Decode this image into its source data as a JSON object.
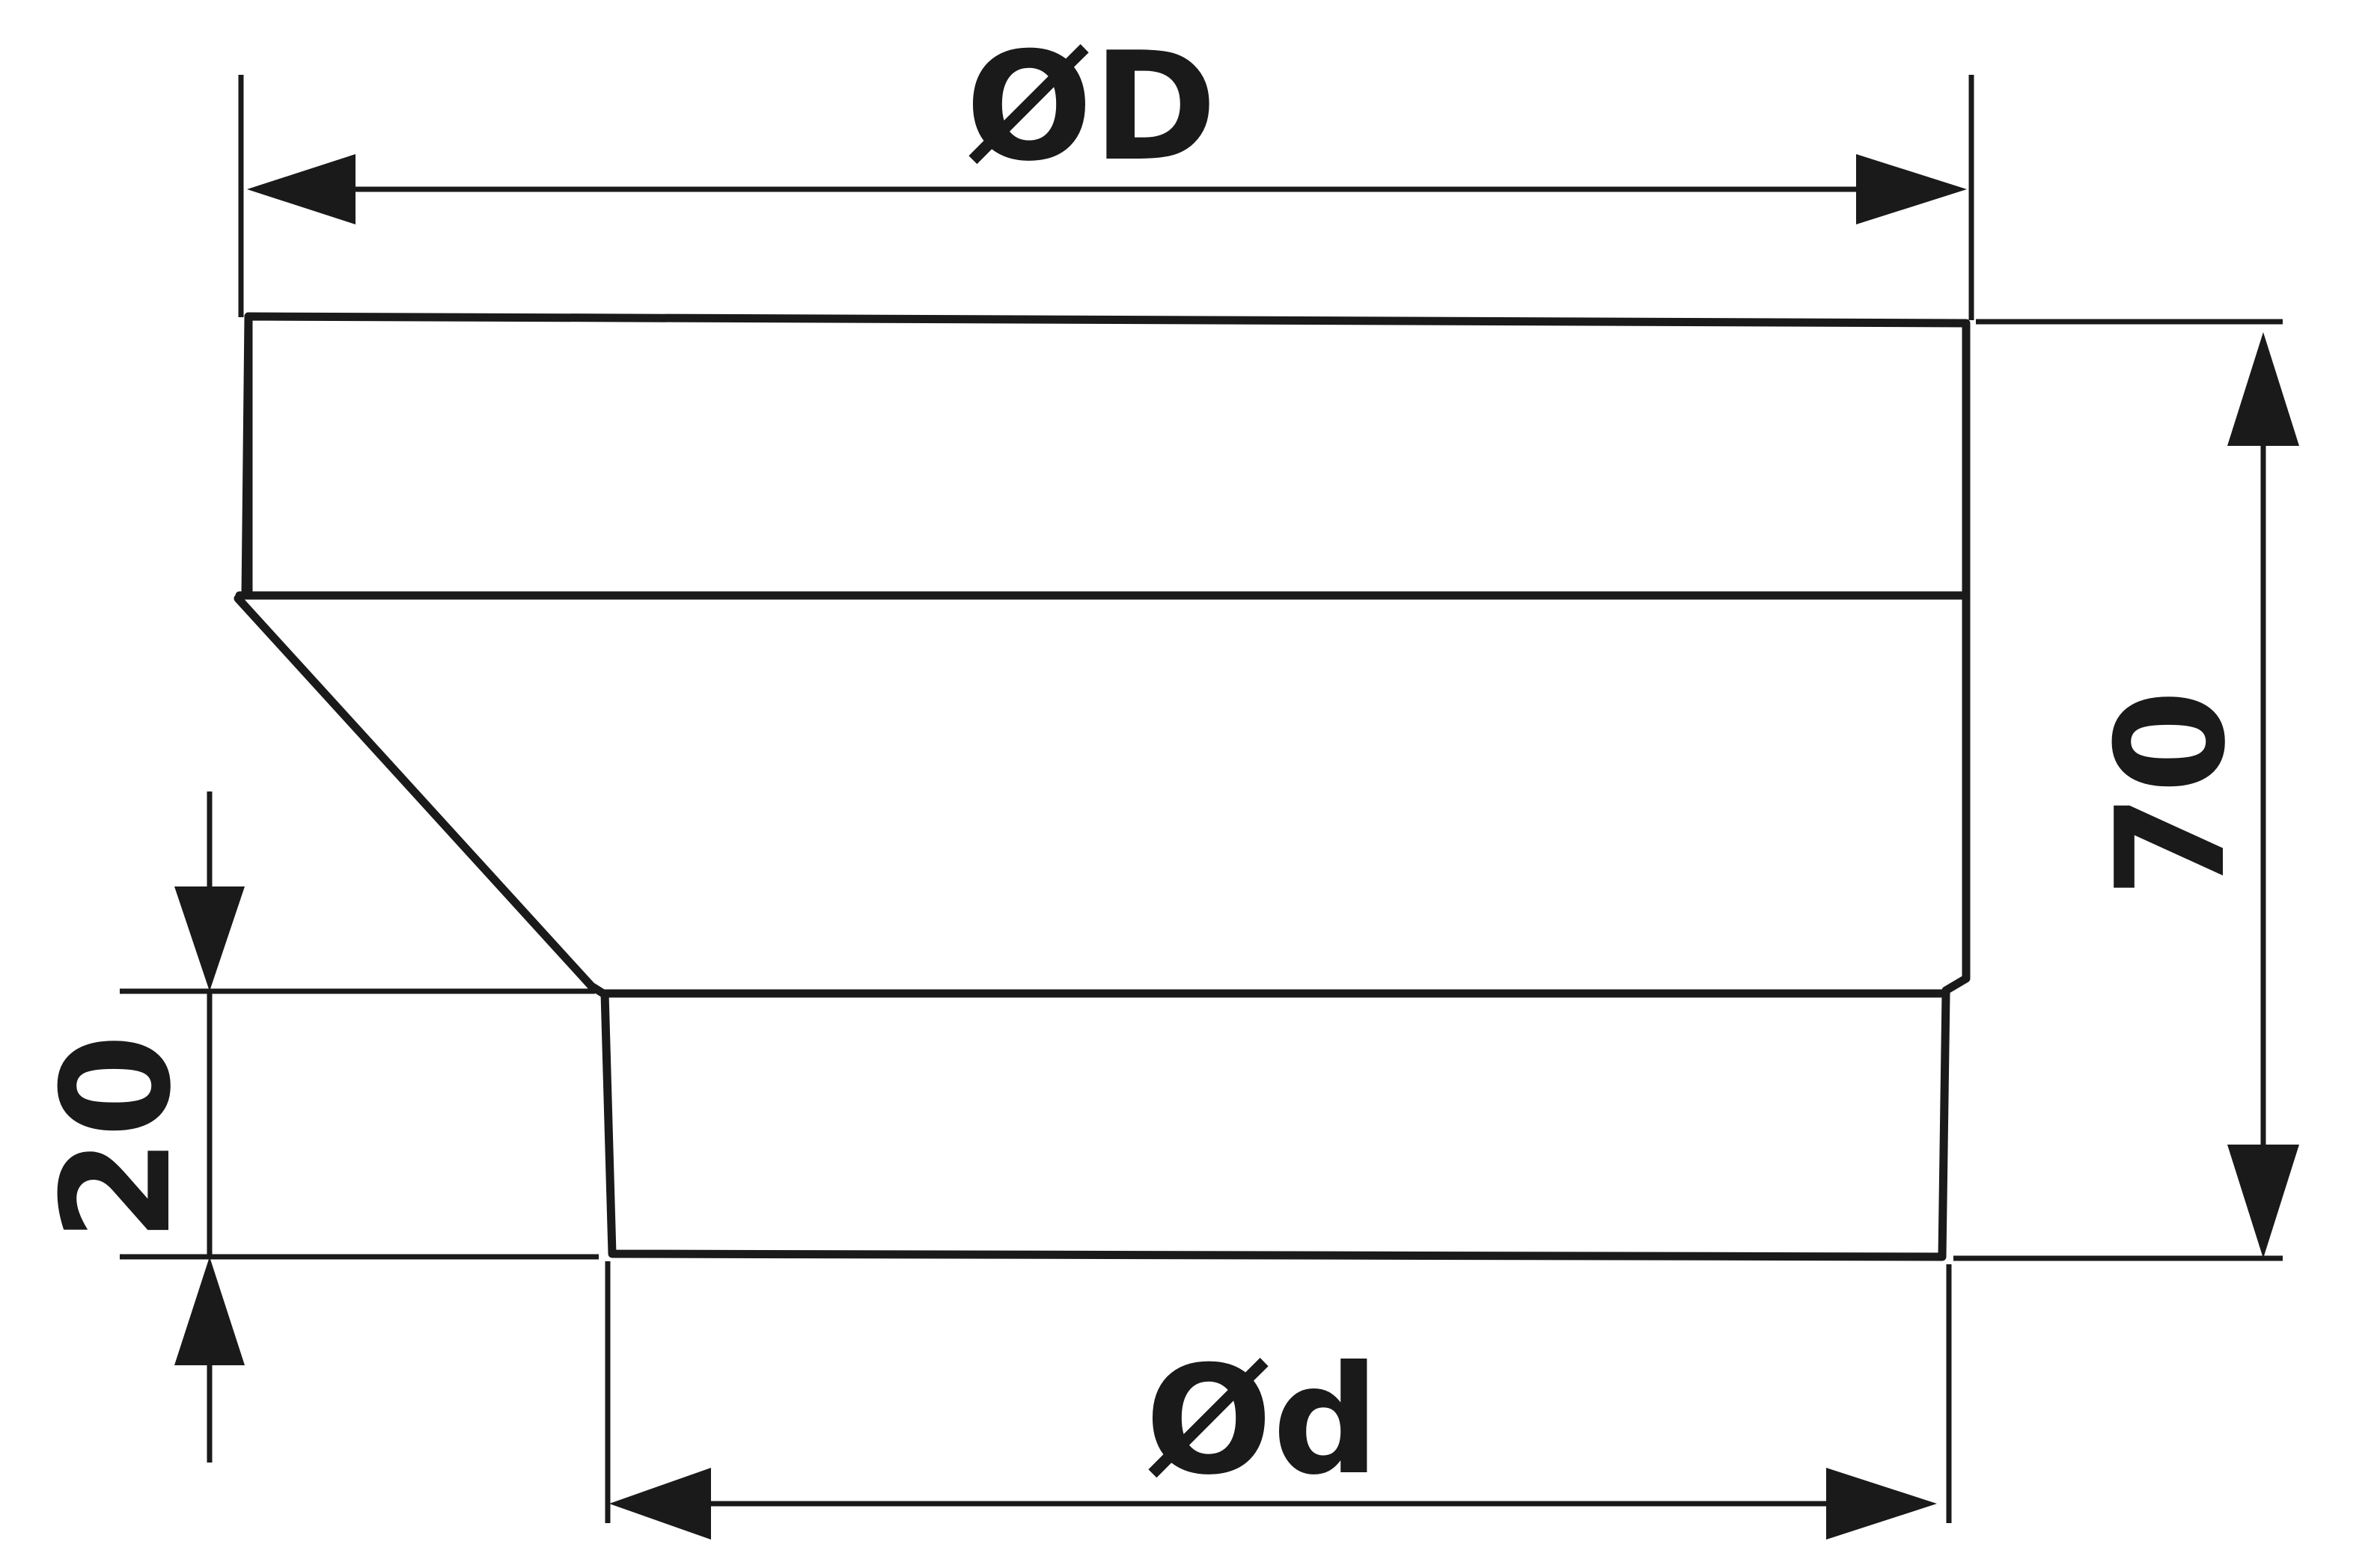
{
  "diagram": {
    "labels": {
      "top_diameter": "ØD",
      "bottom_diameter": "Ød",
      "total_height": "70",
      "lower_height": "20"
    },
    "colors": {
      "line": "#1a1a1a",
      "background": "#ffffff"
    }
  }
}
